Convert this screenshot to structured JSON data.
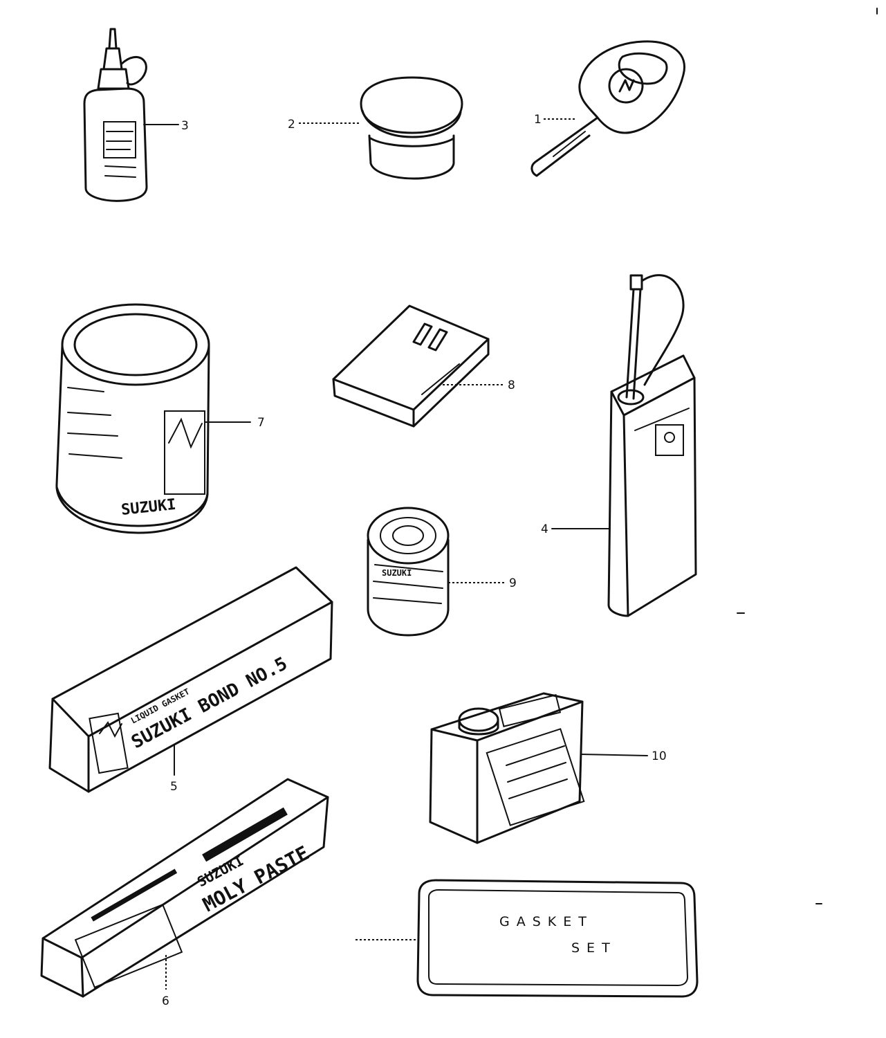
{
  "callouts": {
    "c1": "1",
    "c2": "2",
    "c3": "3",
    "c4": "4",
    "c5": "5",
    "c6": "6",
    "c7": "7",
    "c8": "8",
    "c9": "9",
    "c10": "10"
  },
  "package_text": {
    "bond_brand": "SUZUKI",
    "bond_name": "BOND NO.5",
    "bond_sub": "LIQUID GASKET",
    "moly_brand": "SUZUKI",
    "moly_name": "MOLY PASTE",
    "can_brand": "SUZUKI",
    "gasket_line1": "GASKET",
    "gasket_line2": "SET"
  }
}
